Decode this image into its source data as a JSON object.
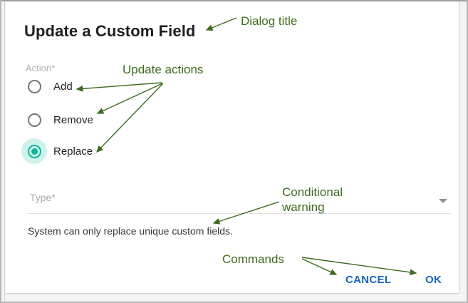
{
  "dialog": {
    "title": "Update a Custom Field",
    "action_group": {
      "label": "Action*",
      "options": [
        {
          "label": "Add",
          "selected": false
        },
        {
          "label": "Remove",
          "selected": false
        },
        {
          "label": "Replace",
          "selected": true
        }
      ]
    },
    "type_field": {
      "label": "Type*",
      "value": "",
      "caret_icon": "chevron-down-icon"
    },
    "warning": "System can only replace unique custom fields.",
    "buttons": {
      "cancel": "CANCEL",
      "ok": "OK"
    }
  },
  "annotations": {
    "dialog_title": "Dialog title",
    "update_actions": "Update actions",
    "conditional_warning_line1": "Conditional",
    "conditional_warning_line2": "warning",
    "commands": "Commands"
  },
  "colors": {
    "accent_teal": "#13b39a",
    "accent_teal_halo": "#cdf3ec",
    "button_blue": "#1565c0",
    "annotation_green": "#3d6b1f",
    "title_text": "#202020",
    "muted_label": "#b0b0b0",
    "page_background": "#f4f4f4",
    "card_background": "#ffffff"
  }
}
